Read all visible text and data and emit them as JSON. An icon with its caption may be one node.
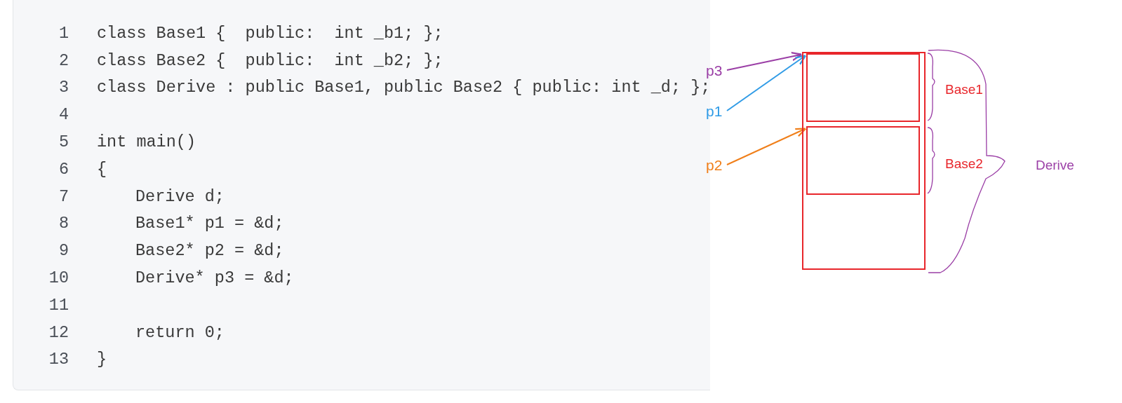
{
  "diagram": {
    "nodes": [
      {
        "text": [],
        "shape": "box"
      },
      {
        "text": [],
        "shape": "box",
        "in": 0,
        "beside": [
          "Base1"
        ]
      },
      {
        "text": [],
        "shape": "box",
        "in": 0,
        "beside": [
          "Base2"
        ]
      },
      {
        "text": [
          "p3"
        ]
      },
      {
        "text": [
          "p1"
        ]
      },
      {
        "text": [
          "p2"
        ]
      }
    ],
    "edges": [
      {
        "from": 3,
        "to": 0,
        "arrow": "to",
        "color": "#9b3fa6"
      },
      {
        "from": 4,
        "to": 1,
        "arrow": "to",
        "color": "#2f9be6"
      },
      {
        "from": 5,
        "to": 2,
        "arrow": "to",
        "color": "#f07f1a"
      }
    ],
    "labels": [
      "Derive",
      "1",
      "class Base1 {  public:  int _b1; };",
      "2",
      "class Base2 {  public:  int _b2; };",
      "3",
      "class Derive : public Base1, public Base2 { public: int _d; };",
      "4",
      "5",
      "int main()",
      "6",
      "{",
      "7",
      "Derive d;",
      "8",
      "Base1* p1 = &d;",
      "9",
      "Base2* p2 = &d;",
      "10",
      "Derive* p3 = &d;",
      "11",
      "12",
      "return 0;",
      "13",
      "}"
    ]
  }
}
